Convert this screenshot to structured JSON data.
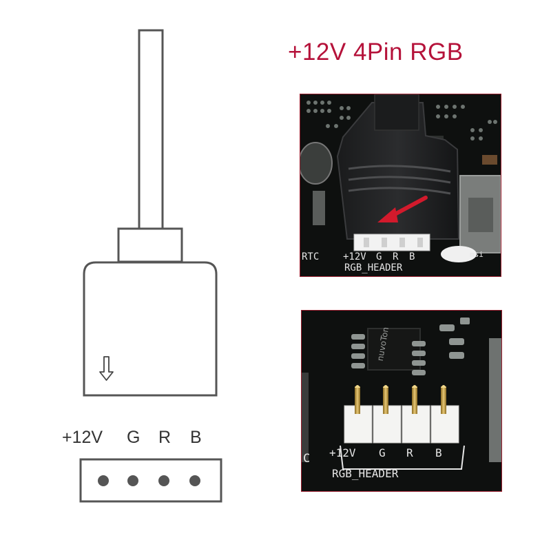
{
  "title": "+12V 4Pin RGB",
  "diagram": {
    "pin_labels": [
      "+12V",
      "G",
      "R",
      "B"
    ],
    "arrow_icon": "down-arrow-icon"
  },
  "photo_top": {
    "silkscreen_pins": [
      "+12V",
      "G",
      "R",
      "B"
    ],
    "silkscreen_header": "RGB_HEADER",
    "side_text_left": "RTC",
    "side_text_right": "msi",
    "arrow_color": "#d21a2c"
  },
  "photo_bottom": {
    "chip_text": "nuvoTon",
    "silkscreen_pins": [
      "+12V",
      "G",
      "R",
      "B"
    ],
    "silkscreen_header": "RGB_HEADER",
    "side_text_left": "C"
  },
  "colors": {
    "title": "#b5123a",
    "photo_border": "#9a1e2e",
    "outline": "#555555"
  }
}
